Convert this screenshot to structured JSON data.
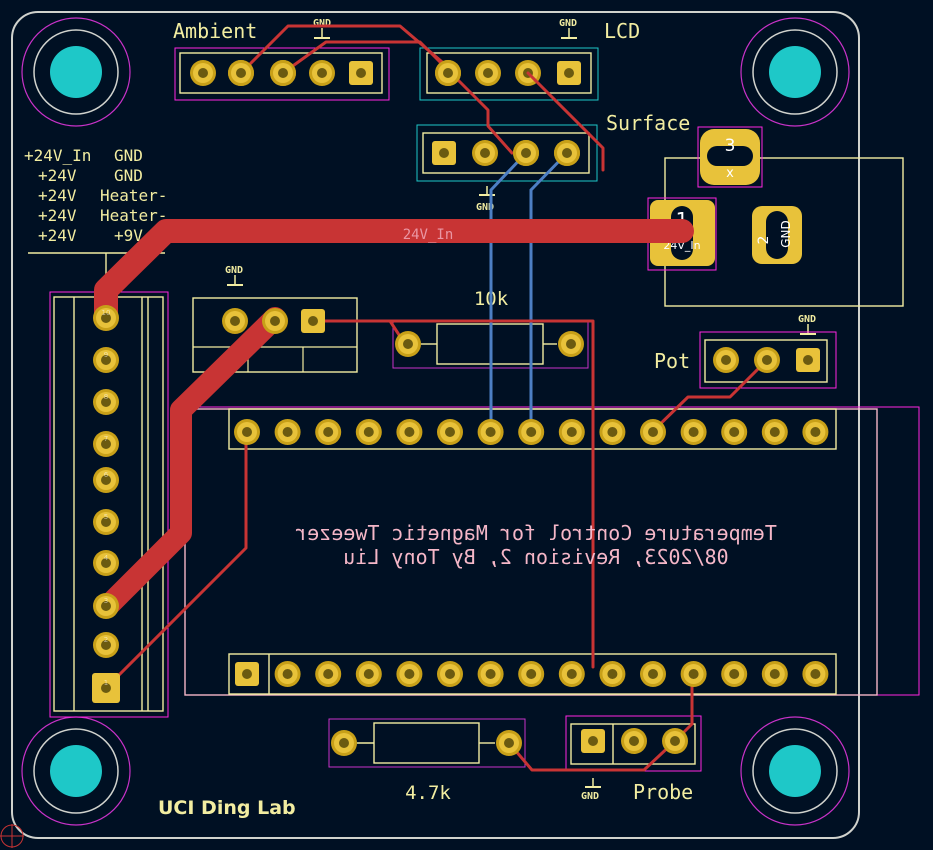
{
  "colors": {
    "background": "#001023",
    "copper_front": "#c83434",
    "copper_back": "#4d7fc4",
    "silkscreen": "#f2eda1",
    "pad": "#c8a018",
    "pad_ring": "#e8c23a",
    "fab": "#c832c8",
    "courtyard": "#ff26e2",
    "via_plated": "#1ec8c8",
    "board_outline": "#d0d2cd",
    "copper_text": "#f5b7c8"
  },
  "labels": {
    "ambient": "Ambient",
    "lcd": "LCD",
    "surface": "Surface",
    "pot": "Pot",
    "probe": "Probe",
    "resistor_10k": "10k",
    "resistor_4k7": "4.7k",
    "lab": "UCI Ding Lab",
    "net_24v_in": "24V_In",
    "gnd": "GND",
    "title_line1": "Temperature Control for Magnetic Tweezer",
    "title_line2": "08/2023, Revision 2, By Tony Liu"
  },
  "terminal_legend": [
    {
      "left": "+24V_In",
      "right": "GND"
    },
    {
      "left": "+24V",
      "right": "GND"
    },
    {
      "left": "+24V",
      "right": "Heater-"
    },
    {
      "left": "+24V",
      "right": "Heater-"
    },
    {
      "left": "+24V",
      "right": "+9V"
    }
  ],
  "barrel_jack": {
    "pad1_number": "1",
    "pad1_net": "24V_In",
    "pad2_number": "2",
    "pad2_net": "GND",
    "pad3_number": "3",
    "pad3_net": "x"
  },
  "terminal_pads": [
    "10",
    "9",
    "8",
    "7",
    "6",
    "5",
    "4",
    "3",
    "2",
    "1"
  ]
}
